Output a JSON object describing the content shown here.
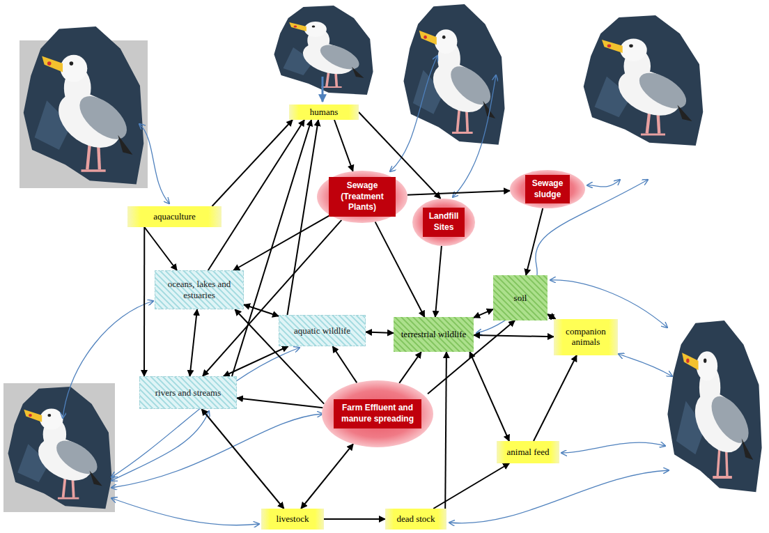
{
  "diagram": {
    "nodes": [
      {
        "text": [
          "humans"
        ]
      },
      {
        "text": [
          "Sewage (Treatment Plants)"
        ]
      },
      {
        "text": [
          "Sewage sludge"
        ]
      },
      {
        "text": [
          "Landfill Sites"
        ]
      },
      {
        "text": [
          "aquaculture"
        ]
      },
      {
        "text": [
          "oceans, lakes and estuaries"
        ]
      },
      {
        "text": [
          "soil"
        ]
      },
      {
        "text": [
          "aquatic wildlife"
        ]
      },
      {
        "text": [
          "terrestrial wildlife"
        ]
      },
      {
        "text": [
          "companion animals"
        ]
      },
      {
        "text": [
          "rivers and streams"
        ]
      },
      {
        "text": [
          "Farm Effluent and manure spreading"
        ]
      },
      {
        "text": [
          "animal feed"
        ]
      },
      {
        "text": [
          "livestock"
        ]
      },
      {
        "text": [
          "dead stock"
        ]
      }
    ],
    "edges": [
      {
        "from": 0,
        "to": 1,
        "arrow": "to"
      },
      {
        "from": 0,
        "to": 3,
        "arrow": "to"
      },
      {
        "from": 1,
        "to": 2,
        "arrow": "to"
      },
      {
        "from": 1,
        "to": 5,
        "arrow": "to"
      },
      {
        "from": 1,
        "to": 10,
        "arrow": "to"
      },
      {
        "from": 1,
        "to": 8,
        "arrow": "to"
      },
      {
        "from": 3,
        "to": 8,
        "arrow": "to"
      },
      {
        "from": 2,
        "to": 6,
        "arrow": "to"
      },
      {
        "from": 4,
        "to": 0,
        "arrow": "to"
      },
      {
        "from": 4,
        "to": 5,
        "arrow": "to"
      },
      {
        "from": 4,
        "to": 10,
        "arrow": "to"
      },
      {
        "from": 5,
        "to": 0,
        "arrow": "to"
      },
      {
        "from": 10,
        "to": 0,
        "arrow": "to"
      },
      {
        "from": 7,
        "to": 0,
        "arrow": "to"
      },
      {
        "from": 5,
        "to": 10,
        "arrow": "both"
      },
      {
        "from": 5,
        "to": 7,
        "arrow": "both"
      },
      {
        "from": 7,
        "to": 8,
        "arrow": "both"
      },
      {
        "from": 7,
        "to": 10,
        "arrow": "both"
      },
      {
        "from": 8,
        "to": 6,
        "arrow": "both"
      },
      {
        "from": 6,
        "to": 9,
        "arrow": "both"
      },
      {
        "from": 8,
        "to": 9,
        "arrow": "both"
      },
      {
        "from": 8,
        "to": 12,
        "arrow": "both"
      },
      {
        "from": 11,
        "to": 10,
        "arrow": "to"
      },
      {
        "from": 11,
        "to": 5,
        "arrow": "to"
      },
      {
        "from": 11,
        "to": 7,
        "arrow": "to"
      },
      {
        "from": 11,
        "to": 8,
        "arrow": "to"
      },
      {
        "from": 11,
        "to": 6,
        "arrow": "to"
      },
      {
        "from": 11,
        "to": 13,
        "arrow": "both"
      },
      {
        "from": 10,
        "to": 13,
        "arrow": "both"
      },
      {
        "from": 13,
        "to": 14,
        "arrow": "to"
      },
      {
        "from": 14,
        "to": 8,
        "arrow": "to"
      },
      {
        "from": 14,
        "to": 12,
        "arrow": "to"
      },
      {
        "from": 12,
        "to": 9,
        "arrow": "to"
      }
    ]
  }
}
